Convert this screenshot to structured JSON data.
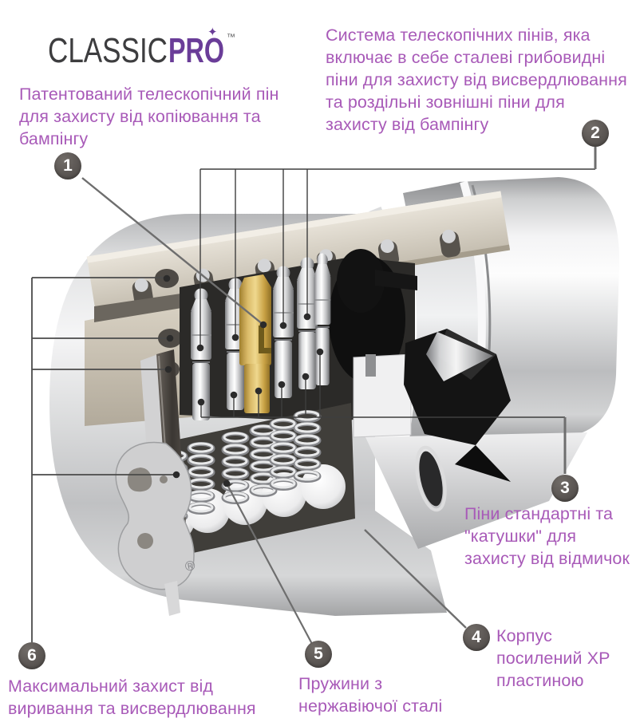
{
  "logo": {
    "classic": "CLASSIC",
    "pro": "PRO",
    "sparkle": "✦",
    "trademark": "™"
  },
  "colors": {
    "annotation_text": "#a85ab8",
    "logo_purple": "#6a3d98",
    "logo_dark": "#3d3d3f",
    "badge_gray": "#56514e",
    "line_gray": "#6e6e6e"
  },
  "callouts": {
    "c1": {
      "num": "1",
      "text": "Патентований телескопічний пін\nдля захисту від копіювання та\nбампінгу"
    },
    "c2": {
      "num": "2",
      "text": "Система телескопічних пінів, яка\nвключає в себе сталеві грибовидні\nпіни для захисту від висвердлювання\nта роздільні зовнішні піни для\nзахисту від бампінгу"
    },
    "c3": {
      "num": "3",
      "text": "Піни стандартні та\n\"катушки\" для\nзахисту від відмичок"
    },
    "c4": {
      "num": "4",
      "text": "Корпус\nпосилений ХР\nпластиною"
    },
    "c5": {
      "num": "5",
      "text": "Пружини з\nнержавіючої сталі"
    },
    "c6": {
      "num": "6",
      "text": "Максимальний захист від\nвиривання та висвердлювання"
    }
  },
  "illustration": {
    "registered_mark": "®"
  }
}
